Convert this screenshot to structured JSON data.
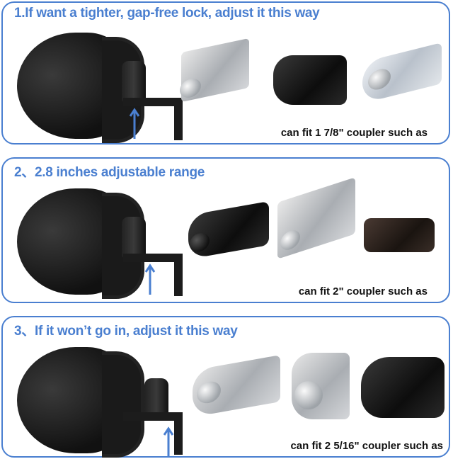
{
  "sections": [
    {
      "title": "1.If want a tighter, gap-free lock, adjust it this way",
      "caption": "can fit 1 7/8\" coupler such as",
      "couplers": [
        "electric-brake-actuator-coupler",
        "black-a-frame-coupler",
        "zinc-straight-tongue-coupler"
      ]
    },
    {
      "title": "2、2.8 inches adjustable range",
      "caption": "can fit 2\" coupler such as",
      "couplers": [
        "black-a-frame-coupler",
        "surge-brake-actuator-coupler",
        "keyed-coupler-lock"
      ]
    },
    {
      "title": "3、If it won’t go in, adjust it this way",
      "caption": "can fit 2 5/16\" coupler such as",
      "couplers": [
        "straight-tongue-coupler",
        "adjustable-channel-coupler",
        "black-a-frame-coupler"
      ]
    }
  ],
  "colors": {
    "accent": "#4a7fd0",
    "arrow": "#4a7fd0",
    "caption": "#111111",
    "lock_body": "#1a1a1a"
  }
}
